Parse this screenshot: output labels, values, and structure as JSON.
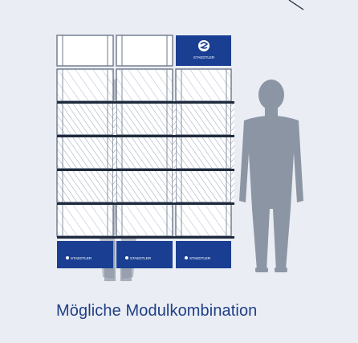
{
  "caption": "Mögliche Modulkombination",
  "brand": {
    "logo_text": "STAEDTLER",
    "base_label": "STAEDTLER",
    "colors": {
      "navy": "#1a3f92",
      "shelf_dark": "#1f2b3d",
      "hatch": "#a9b4c7",
      "frame": "#6d778a",
      "silhouette": "#8c95a4",
      "background": "#eaedf3"
    }
  },
  "modules": {
    "columns": 3,
    "rows": [
      "top header",
      "shelf",
      "shelf",
      "shelf",
      "shelf",
      "shelf",
      "base"
    ]
  }
}
